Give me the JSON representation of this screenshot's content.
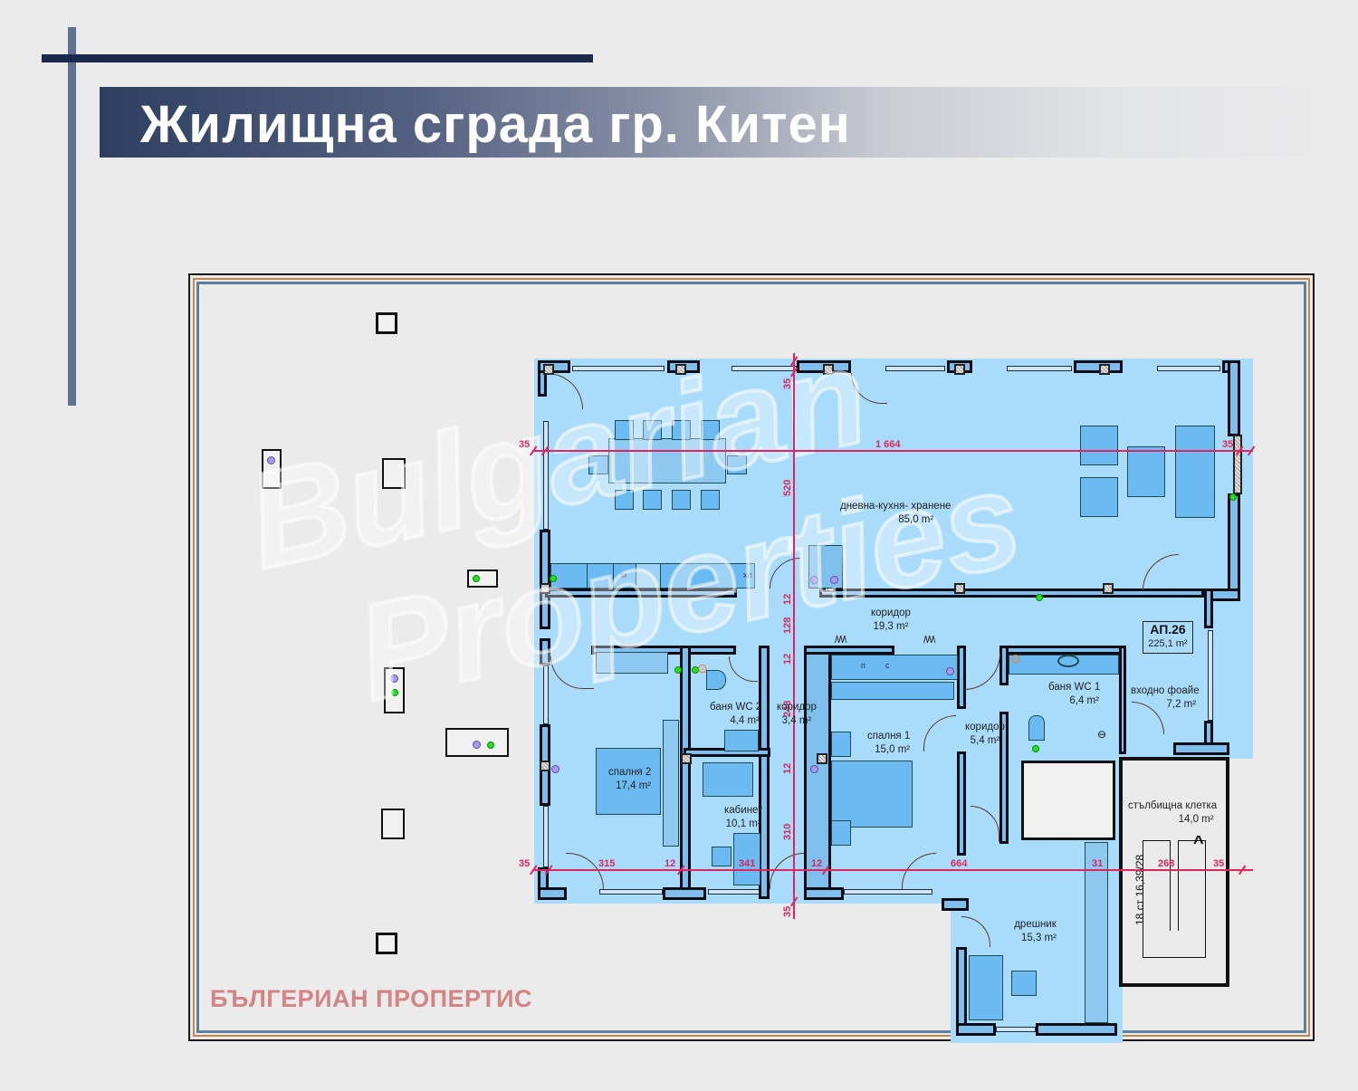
{
  "header": {
    "title": "Жилищна сграда гр. Китен"
  },
  "brand": {
    "watermark_large_line1": "Bulgarian",
    "watermark_large_line2": "Properties",
    "watermark_footer": "БЪЛГЕРИАН ПРОПЕРТИС"
  },
  "apartment": {
    "id": "АП.26",
    "total_area": "225,1 m²"
  },
  "rooms": [
    {
      "name": "дневна-кухня- хранене",
      "area": "85,0 m²"
    },
    {
      "name": "коридор",
      "area": "19,3 m²"
    },
    {
      "name": "спалня 2",
      "area": "17,4 m²"
    },
    {
      "name": "баня WC 2",
      "area": "4,4 m²"
    },
    {
      "name": "коридор",
      "area": "3,4 m²"
    },
    {
      "name": "кабинет",
      "area": "10,1 m²"
    },
    {
      "name": "спалня 1",
      "area": "15,0 m²"
    },
    {
      "name": "коридор",
      "area": "5,4 m²"
    },
    {
      "name": "баня WC 1",
      "area": "6,4 m²"
    },
    {
      "name": "входно фоайе",
      "area": "7,2 m²"
    },
    {
      "name": "стълбищна клетка",
      "area": "14,0 m²"
    },
    {
      "name": "дрешник",
      "area": "15,3 m²"
    }
  ],
  "kitchen_labels": {
    "microwave": "м",
    "fridge": "хл"
  },
  "wardrobe_labels": {
    "p": "п",
    "s": "с"
  },
  "stairs_label": "18 ст 16,39/28",
  "dimensions": {
    "top_horizontal": [
      "35",
      "1 664",
      "35"
    ],
    "bottom_horizontal": [
      "35",
      "315",
      "12",
      "341",
      "12",
      "664",
      "31",
      "268",
      "35"
    ],
    "vertical": [
      "35",
      "520",
      "12",
      "128",
      "12",
      "248",
      "12",
      "310",
      "35"
    ]
  },
  "colors": {
    "apartment_fill": "#a9dbfb",
    "wall_fill": "#7fbfee",
    "dimension": "#e0245e",
    "title_band_dark": "#2e3f60",
    "footer_brand": "#d38484",
    "outlet_green": "#1fe41f",
    "socket_purple": "#a89ae6"
  }
}
